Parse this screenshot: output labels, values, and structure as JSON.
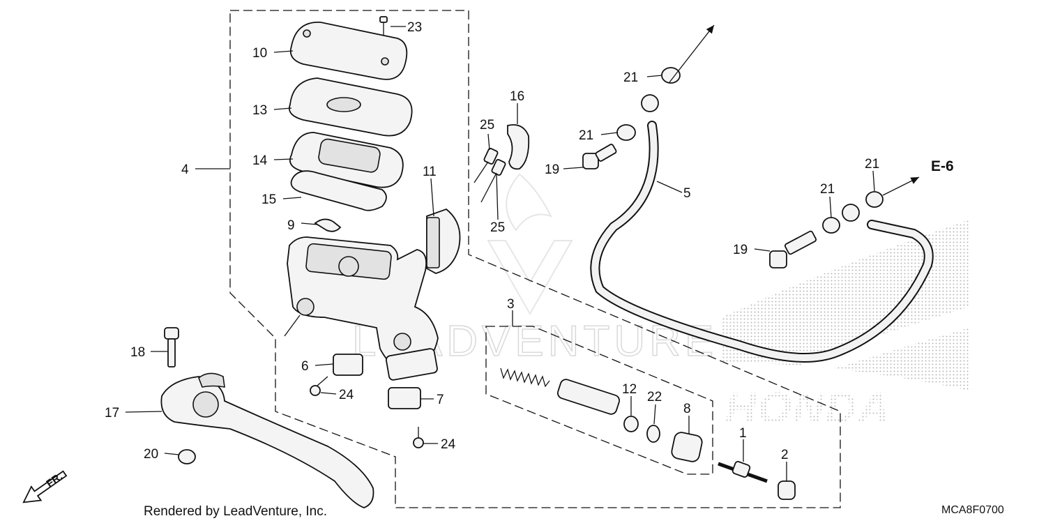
{
  "diagram": {
    "callouts": [
      "1",
      "2",
      "3",
      "4",
      "5",
      "6",
      "7",
      "8",
      "9",
      "10",
      "11",
      "12",
      "13",
      "14",
      "15",
      "16",
      "17",
      "18",
      "19",
      "19",
      "20",
      "21",
      "21",
      "21",
      "21",
      "22",
      "23",
      "24",
      "24",
      "25",
      "25"
    ],
    "reference_label": "E-6",
    "direction_label": "FR.",
    "watermark": "LEADVENTURE",
    "brand_mark": "HONDA",
    "credit": "Rendered by LeadVenture, Inc.",
    "diagram_code": "MCA8F0700"
  }
}
